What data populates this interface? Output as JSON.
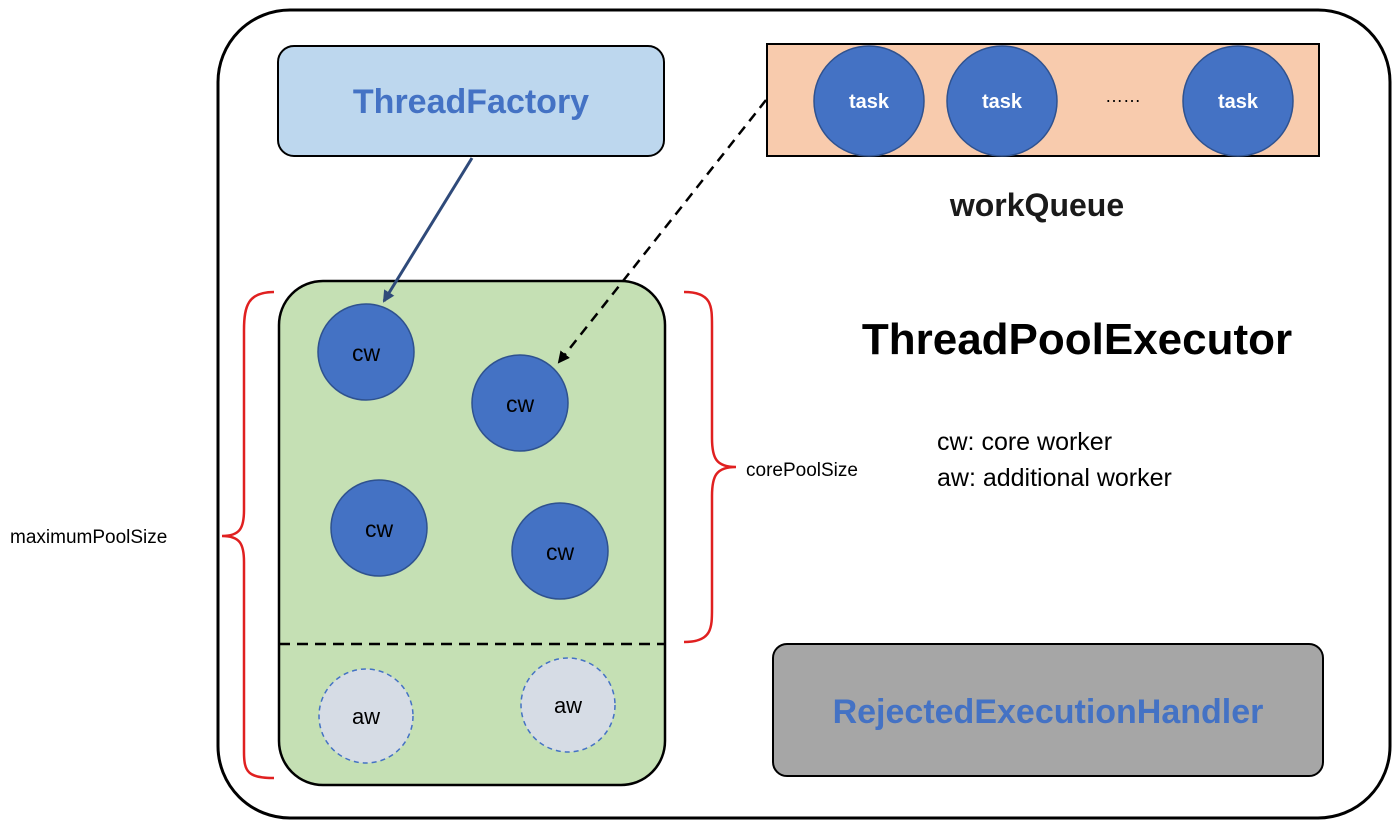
{
  "thread_factory": {
    "label": "ThreadFactory"
  },
  "work_queue": {
    "tasks": [
      "task",
      "task",
      "task"
    ],
    "ellipsis": "……",
    "label": "workQueue"
  },
  "executor": {
    "title": "ThreadPoolExecutor"
  },
  "legend": {
    "cw": "cw: core worker",
    "aw": "aw: additional worker"
  },
  "pool": {
    "core_workers": [
      "cw",
      "cw",
      "cw",
      "cw"
    ],
    "additional_workers": [
      "aw",
      "aw"
    ]
  },
  "braces": {
    "core": "corePoolSize",
    "maximum": "maximumPoolSize"
  },
  "rejected_handler": {
    "label": "RejectedExecutionHandler"
  },
  "colors": {
    "worker_blue": "#4472C4",
    "link_blue": "#4472C4",
    "factory_fill": "#BDD7EE",
    "queue_fill": "#F8CBAD",
    "pool_fill": "#C5E0B4",
    "rejected_fill": "#A6A6A6",
    "aw_fill": "#D6DCE5",
    "brace_red": "#E02020"
  }
}
